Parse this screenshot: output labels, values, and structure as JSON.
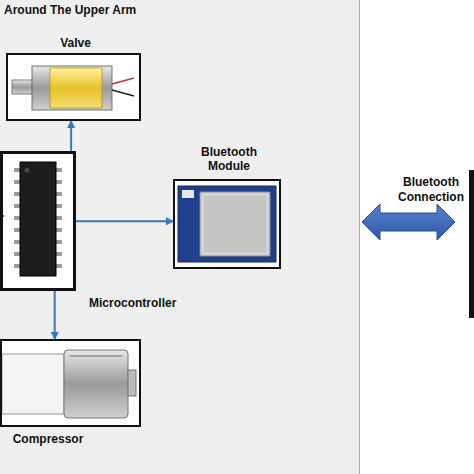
{
  "diagram": {
    "nodes": [
      {
        "text": [
          "Around The Upper Arm"
        ]
      },
      {
        "text": [
          "Valve"
        ],
        "in": 0
      },
      {
        "text": [
          "Microcontroller"
        ],
        "in": 0
      },
      {
        "text": [
          "Bluetooth Module"
        ],
        "in": 0
      },
      {
        "text": [
          "Compressor"
        ],
        "in": 0
      }
    ],
    "edges": [
      {
        "from": 2,
        "to": 1,
        "arrow": "to"
      },
      {
        "from": 2,
        "to": 3,
        "arrow": "to"
      },
      {
        "from": 2,
        "to": 4,
        "arrow": "to"
      }
    ],
    "labels": [
      "Bluetooth Connection"
    ]
  }
}
